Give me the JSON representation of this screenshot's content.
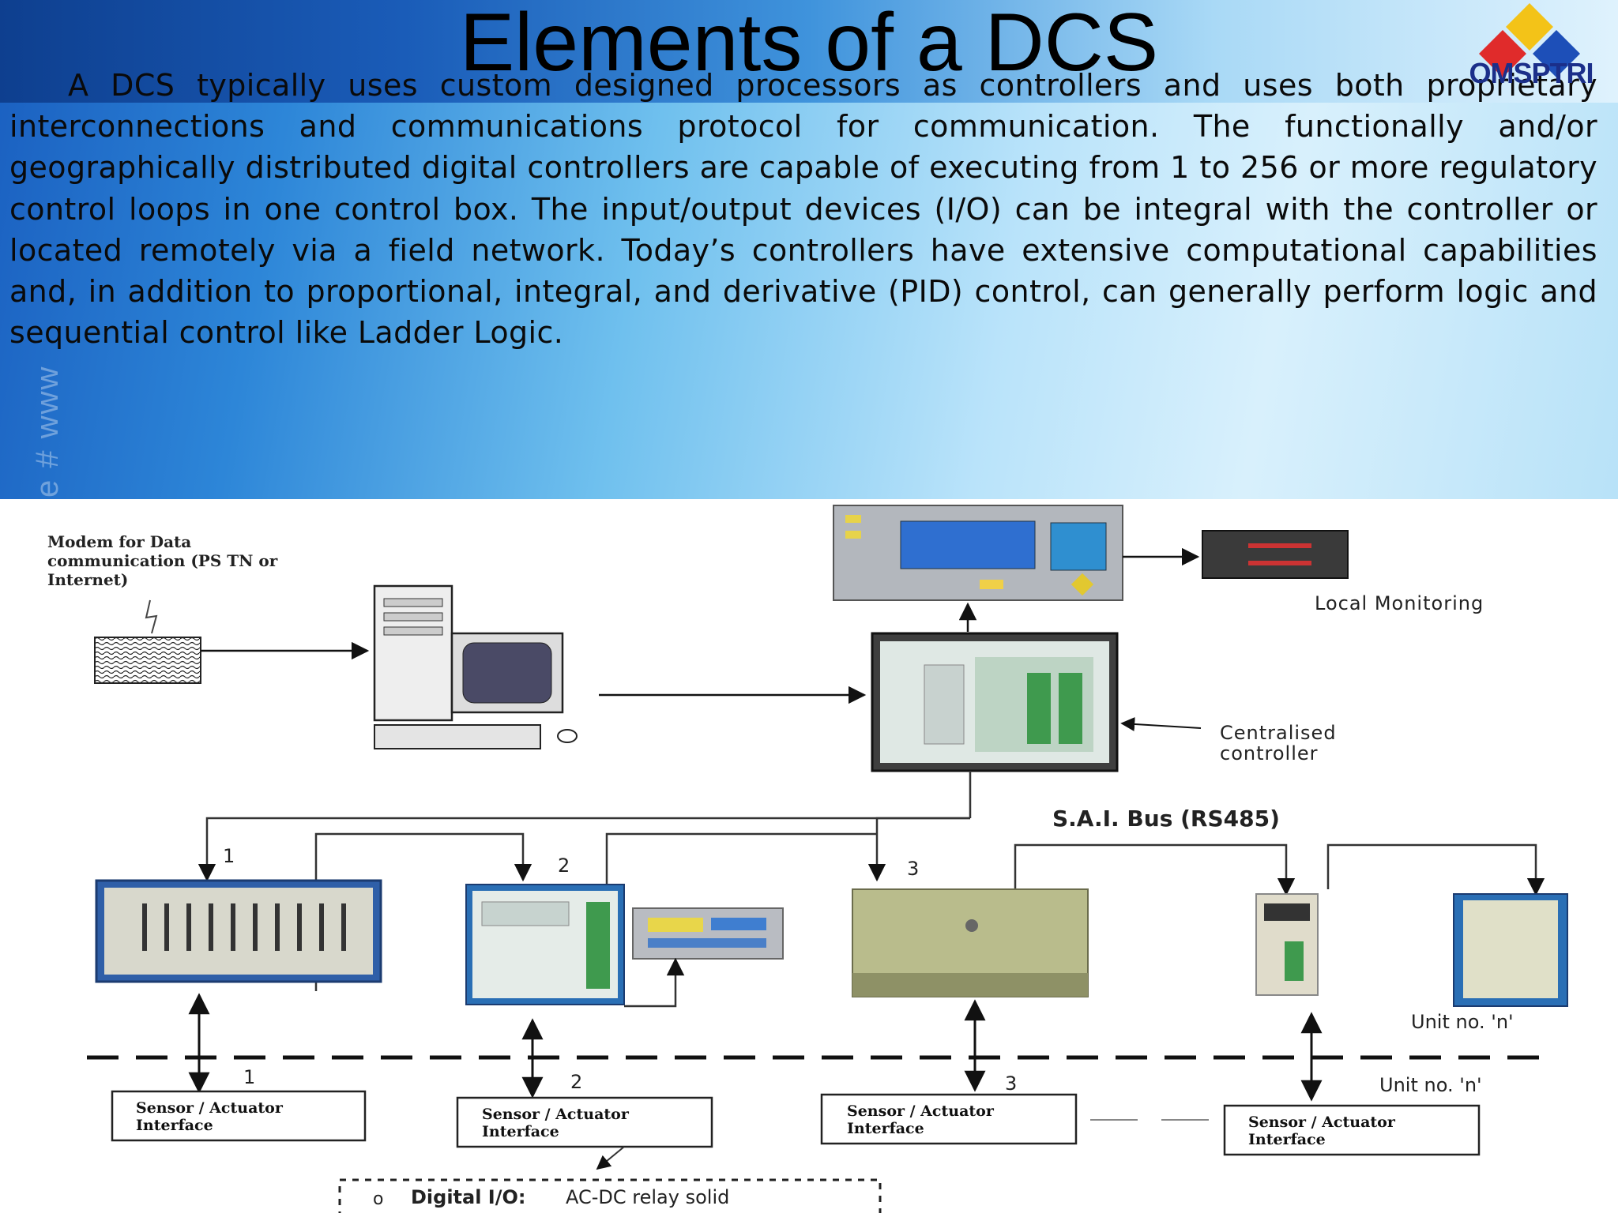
{
  "title": "Elements of a DCS",
  "logo_text": "OMSPTRI",
  "paragraph": "A DCS typically uses custom designed processors as controllers and uses both proprietary interconnections and communications protocol for communication. The functionally and/or geographically distributed digital controllers are capable of executing from 1 to 256 or more regulatory control loops in one control box. The input/output devices (I/O) can be integral with the controller or located remotely via a field network. Today’s controllers have extensive computational capabilities and, in addition to proportional, integral, and derivative (PID) control, can generally perform logic and sequential control like Ladder Logic.",
  "watermark": "e # www",
  "diagram": {
    "modem_label": [
      "Modem for Data",
      "communication (PS TN  or",
      "Internet)"
    ],
    "local_monitoring": "Local Monitoring",
    "centralised_controller": [
      "Centralised",
      "controller"
    ],
    "bus_label": "S.A.I. Bus (RS485)",
    "unit_numbers": [
      "1",
      "2",
      "3"
    ],
    "unit_n_label": "Unit no. 'n'",
    "sensor_interface": [
      "Sensor / Actuator",
      "Interface"
    ],
    "digital_io": {
      "bullet": "o",
      "label": "Digital I/O:",
      "text": "AC-DC relay solid"
    }
  }
}
